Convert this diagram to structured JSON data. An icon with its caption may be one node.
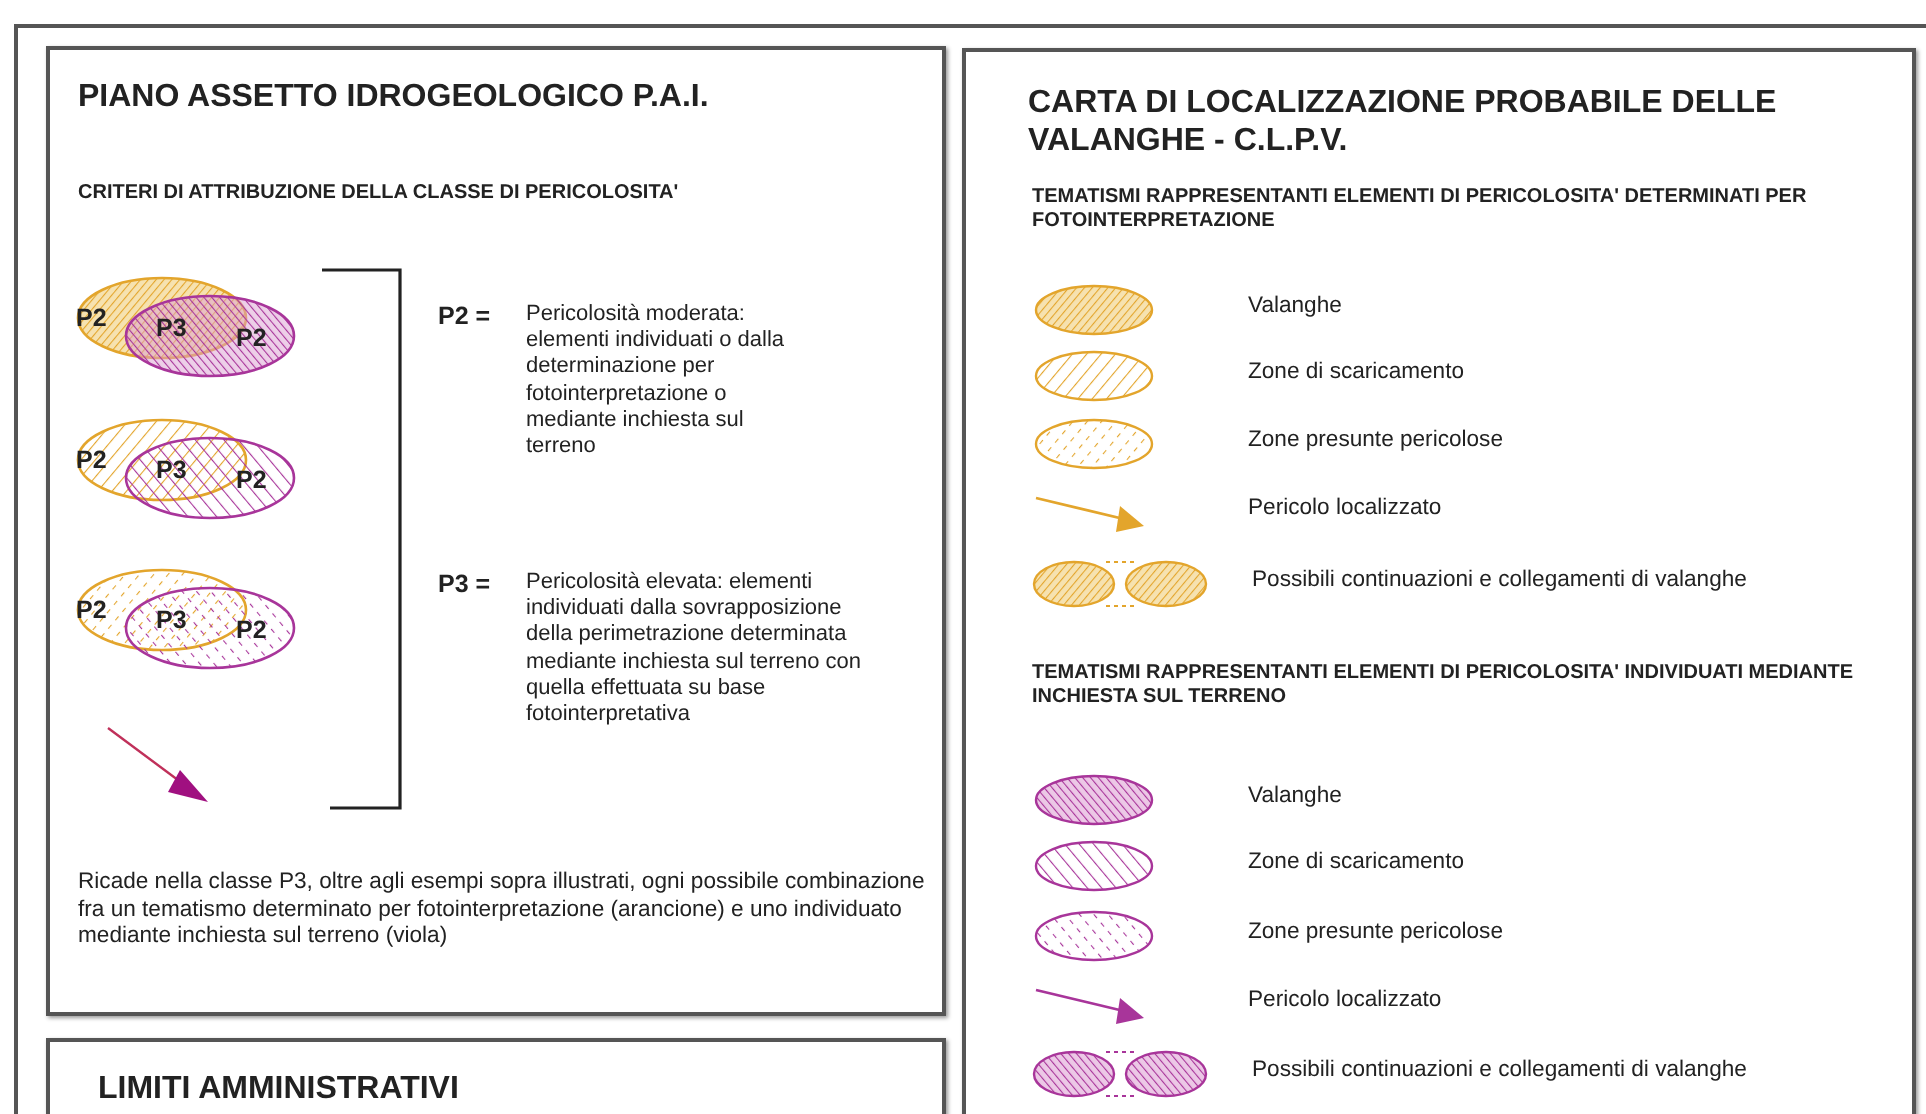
{
  "diagram": {
    "nodes": [
      {
        "text": [
          "PIANO ASSETTO IDROGEOLOGICO P.A.I.",
          "CRITERI DI ATTRIBUZIONE DELLA CLASSE DI PERICOLOSITA'",
          "Ricade nella classe P3, oltre agli esempi sopra illustrati, ogni possibile combinazione fra un tematismo determinato per fotointerpretazione (arancione) e uno individuato mediante inchiesta sul terreno (viola)"
        ]
      },
      {
        "text": [
          "LIMITI AMMINISTRATIVI"
        ]
      },
      {
        "text": [
          "CARTA DI LOCALIZZAZIONE PROBABILE DELLE VALANGHE - C.L.P.V.",
          "TEMATISMI RAPPRESENTANTI ELEMENTI DI PERICOLOSITA' DETERMINATI PER FOTOINTERPRETAZIONE",
          "TEMATISMI RAPPRESENTANTI ELEMENTI DI PERICOLOSITA' INDIVIDUATI MEDIANTE INCHIESTA SUL TERRENO"
        ]
      }
    ],
    "labels": [
      "P2",
      "P3",
      "P2",
      "P2",
      "P3",
      "P2",
      "P2",
      "P3",
      "P2",
      "P2 =",
      "Pericolosità moderata: elementi individuati o dalla determinazione per fotointerpretazione o mediante inchiesta sul terreno",
      "P3 =",
      "Pericolosità elevata: elementi individuati dalla sovrapposizione della perimetrazione determinata mediante inchiesta sul terreno con quella effettuata su base fotointerpretativa"
    ],
    "legend": [
      {
        "text": "Valanghe"
      },
      {
        "text": "Zone di scaricamento"
      },
      {
        "text": "Zone presunte pericolose"
      },
      {
        "text": "Pericolo localizzato"
      },
      {
        "text": "Possibili continuazioni e collegamenti di valanghe"
      },
      {
        "text": "Valanghe"
      },
      {
        "text": "Zone di scaricamento"
      },
      {
        "text": "Zone presunte pericolose"
      },
      {
        "text": "Pericolo localizzato"
      },
      {
        "text": "Possibili continuazioni e collegamenti di valanghe"
      }
    ]
  }
}
